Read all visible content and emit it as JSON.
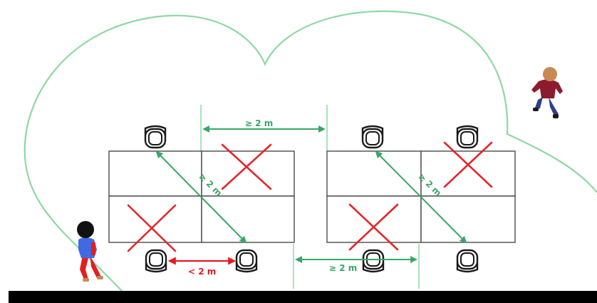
{
  "colors": {
    "zone": "#8fd8a4",
    "ok_arrow": "#3aa668",
    "bad_arrow": "#e8191f",
    "cross": "#e3262b",
    "desk_line": "#4a4a4a",
    "floor": "#000000"
  },
  "labels": {
    "top_gap": "≥ 2 m",
    "diag_left": "≥ 2 m",
    "diag_right": "≥ 2 m",
    "too_close": "< 2 m",
    "bottom_gap": "≥ 2 m"
  },
  "icons": {
    "chair": "office-chair-icon",
    "person": "person-walking-icon",
    "cross": "x-mark-icon"
  }
}
